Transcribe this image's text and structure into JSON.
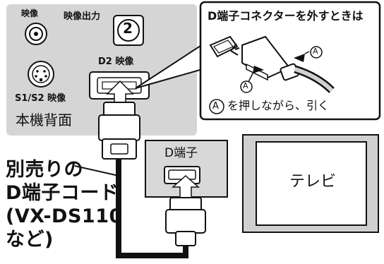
{
  "rear_panel": {
    "video_label": "映像",
    "video_out_label": "映像出力",
    "d2_label": "D2 映像",
    "s_video_label": "S1/S2 映像",
    "caption": "本機背面",
    "output_number": "2"
  },
  "callout": {
    "title": "D端子コネクターを外すときは",
    "marker": "A",
    "instruction": "を押しながら、引く"
  },
  "tv": {
    "d_port_label": "D端子",
    "screen_label": "テレビ"
  },
  "cable_label": {
    "line1": "別売りの",
    "line2": "D端子コード",
    "line3": "(VX-DS110",
    "line4": "など)"
  }
}
